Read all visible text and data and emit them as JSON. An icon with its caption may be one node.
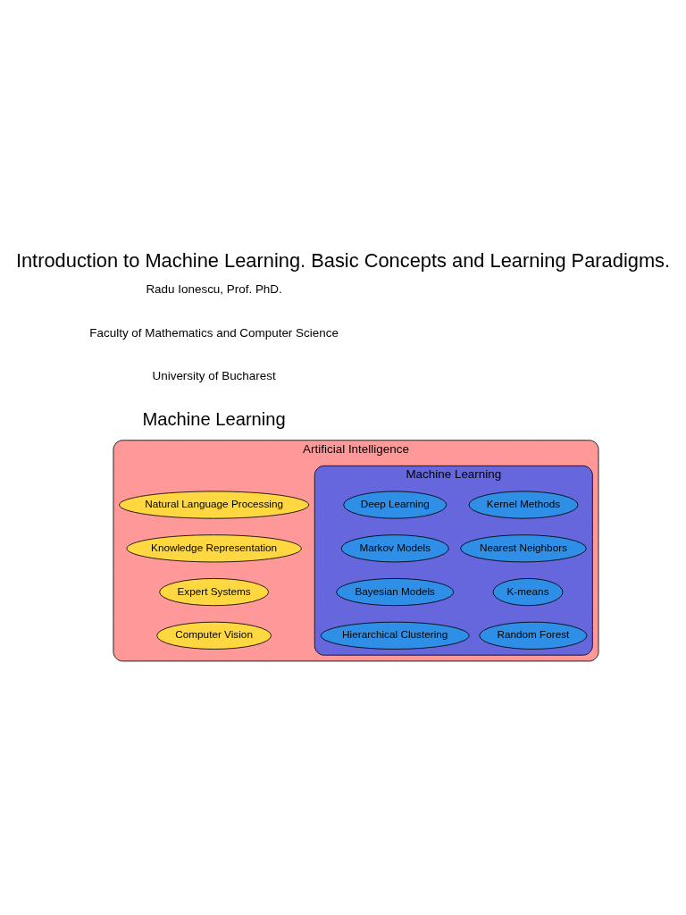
{
  "diagram": {
    "title": "Introduction to Machine Learning. Basic Concepts and Learning Paradigms.",
    "nodes": [
      {
        "text": [
          "Artificial Intelligence"
        ]
      },
      {
        "text": [
          "Machine Learning"
        ],
        "in": 0
      },
      {
        "text": [
          "Natural Language Processing"
        ],
        "in": 0
      },
      {
        "text": [
          "Kernel Methods"
        ],
        "in": 1
      },
      {
        "text": [
          "Deep Learning"
        ],
        "in": 1
      },
      {
        "text": [
          "Nearest Neighbors"
        ],
        "in": 1
      },
      {
        "text": [
          "Knowledge Representation"
        ],
        "in": 0
      },
      {
        "text": [
          "Markov Models"
        ],
        "in": 1
      },
      {
        "text": [
          "K-means"
        ],
        "in": 1
      },
      {
        "text": [
          "Expert Systems"
        ],
        "in": 0
      },
      {
        "text": [
          "Bayesian Models"
        ],
        "in": 1
      },
      {
        "text": [
          "Random Forest"
        ],
        "in": 1
      },
      {
        "text": [
          "Hierarchical Clustering"
        ],
        "in": 1
      },
      {
        "text": [
          "Computer Vision"
        ],
        "in": 0
      }
    ],
    "edges": [],
    "labels": [
      "Radu Ionescu, Prof. PhD.",
      "Faculty of Mathematics and Computer Science",
      "University of Bucharest",
      "Machine Learning"
    ]
  }
}
